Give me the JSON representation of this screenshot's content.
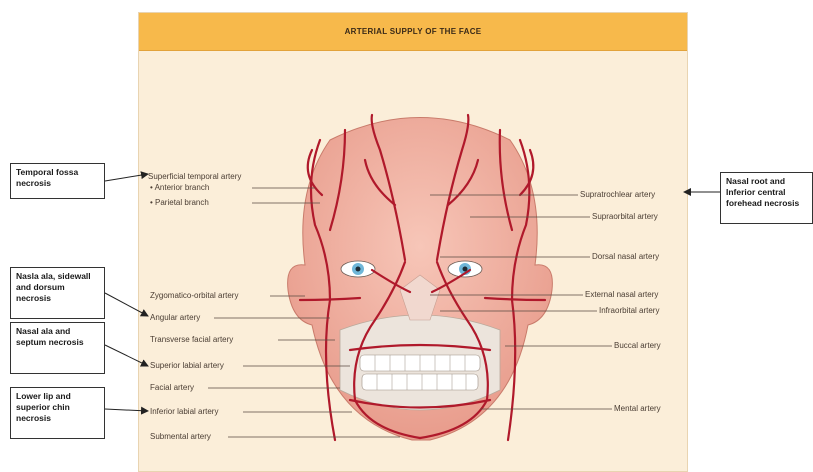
{
  "title": "ARTERIAL SUPPLY OF THE FACE",
  "colors": {
    "header": "#f7b94b",
    "panel": "#fbeed9",
    "skin": "#f2b4a5",
    "artery": "#b0192b",
    "iris": "#6fb6d8"
  },
  "left_labels": [
    "Superficial temporal artery",
    "• Anterior branch",
    "• Parietal branch",
    "Zygomatico-orbital artery",
    "Angular artery",
    "Transverse facial artery",
    "Superior labial artery",
    "Facial artery",
    "Inferior labial artery",
    "Submental artery"
  ],
  "right_labels": [
    "Supratrochlear artery",
    "Supraorbital artery",
    "Dorsal nasal artery",
    "External nasal artery",
    "Infraorbital artery",
    "Buccal artery",
    "Mental artery"
  ],
  "callouts": [
    "Temporal fossa necrosis",
    "Nasal root and Inferior central forehead necrosis",
    "Nasla ala, sidewall and dorsum necrosis",
    "Nasal ala and septum necrosis",
    "Lower lip and superior chin necrosis"
  ]
}
